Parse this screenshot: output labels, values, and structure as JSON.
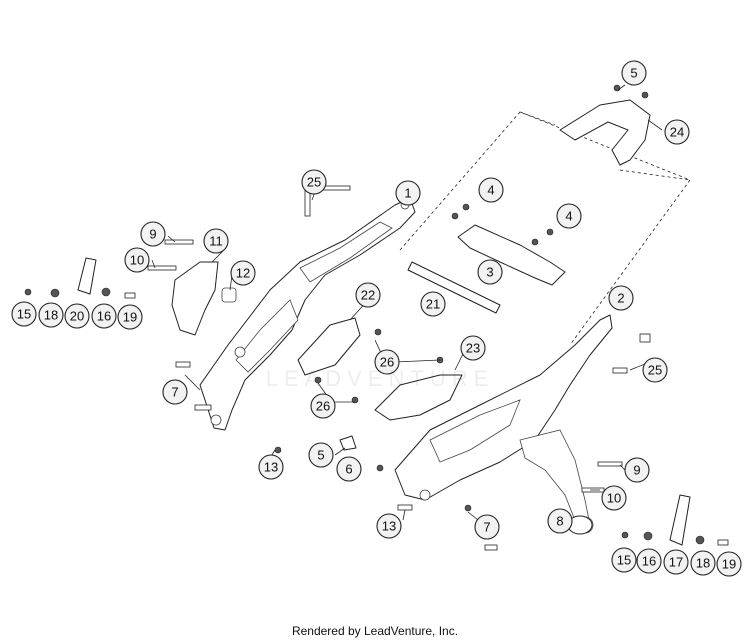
{
  "diagram": {
    "callouts": [
      "1",
      "2",
      "3",
      "4",
      "4",
      "5",
      "5",
      "6",
      "7",
      "7",
      "8",
      "9",
      "9",
      "10",
      "10",
      "11",
      "12",
      "13",
      "13",
      "15",
      "15",
      "16",
      "16",
      "17",
      "18",
      "18",
      "19",
      "19",
      "20",
      "21",
      "22",
      "23",
      "24",
      "25",
      "25",
      "26",
      "26"
    ]
  },
  "watermark": "LEADVENTURE",
  "footer": "Rendered by LeadVenture, Inc."
}
